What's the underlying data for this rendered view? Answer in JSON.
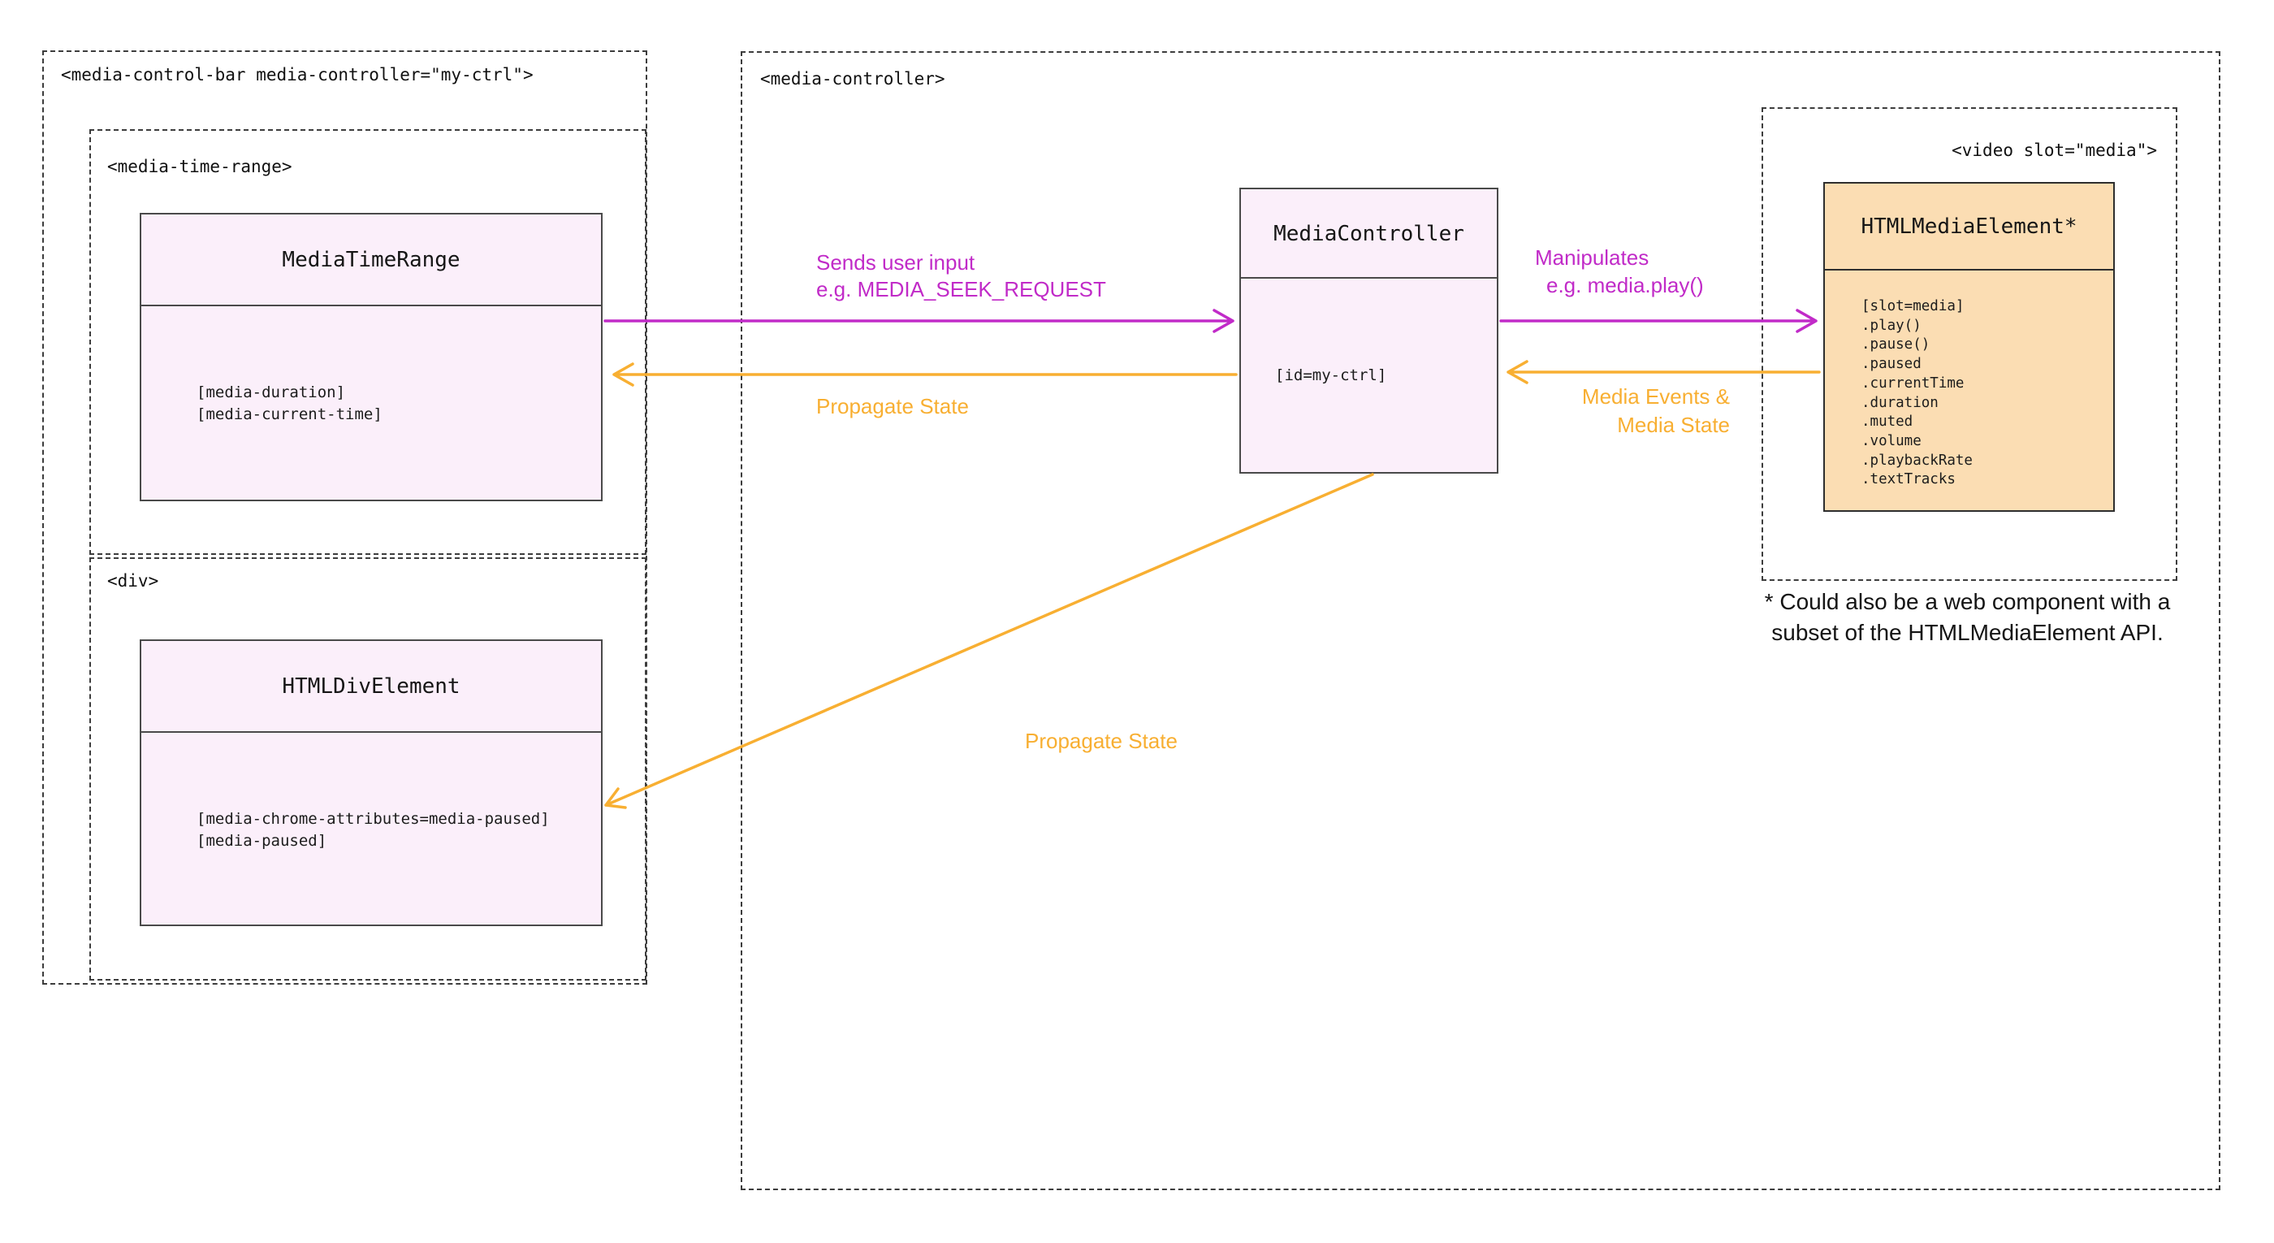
{
  "colors": {
    "magenta": "#C12BC8",
    "orange": "#F8AF32",
    "pink_fill": "#FBEFFA",
    "peach_fill": "#FBDDB3",
    "box_border": "#4a4a4a",
    "dash_border": "#3d3d3d"
  },
  "left_group": {
    "label": "<media-control-bar media-controller=\"my-ctrl\">",
    "time_range": {
      "label": "<media-time-range>",
      "class_box": {
        "title": "MediaTimeRange",
        "members": [
          "[media-duration]",
          "[media-current-time]"
        ]
      }
    },
    "div_group": {
      "label": "<div>",
      "class_box": {
        "title": "HTMLDivElement",
        "members": [
          "[media-chrome-attributes=media-paused]",
          "[media-paused]"
        ]
      }
    }
  },
  "controller_group": {
    "label": "<media-controller>",
    "class_box": {
      "title": "MediaController",
      "members": [
        "[id=my-ctrl]"
      ]
    },
    "video_group": {
      "label": "<video slot=\"media\">",
      "class_box": {
        "title": "HTMLMediaElement*",
        "members": [
          "[slot=media]",
          ".play()",
          ".pause()",
          ".paused",
          ".currentTime",
          ".duration",
          ".muted",
          ".volume",
          ".playbackRate",
          ".textTracks"
        ]
      }
    },
    "footnote_lines": [
      "* Could also be a web component with a",
      "subset of the HTMLMediaElement API."
    ]
  },
  "arrows": {
    "sends_user_input": [
      "Sends user input",
      "e.g. MEDIA_SEEK_REQUEST"
    ],
    "propagate_state_left": "Propagate State",
    "manipulates": [
      "Manipulates",
      "e.g. media.play()"
    ],
    "media_events": [
      "Media Events &",
      "Media State"
    ],
    "propagate_state_diagonal": "Propagate State"
  }
}
